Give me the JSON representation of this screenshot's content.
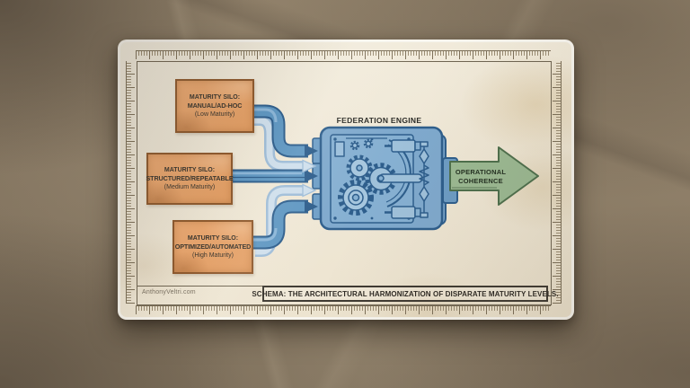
{
  "card": {
    "caption": "SCHEMA: THE ARCHITECTURAL HARMONIZATION OF DISPARATE MATURITY LEVELS.",
    "credit": "AnthonyVeltri.com"
  },
  "silos": [
    {
      "title": "MATURITY SILO:",
      "name": "MANUAL/AD-HOC",
      "level": "(Low Maturity)"
    },
    {
      "title": "MATURITY SILO:",
      "name": "STRUCTURED/REPEATABLE",
      "level": "(Medium Maturity)"
    },
    {
      "title": "MATURITY SILO:",
      "name": "OPTIMIZED/AUTOMATED",
      "level": "(High Maturity)"
    }
  ],
  "engine": {
    "label": "FEDERATION ENGINE"
  },
  "output_arrow": {
    "line1": "OPERATIONAL",
    "line2": "COHERENCE"
  },
  "colors": {
    "paper_brown": "#8d7e69",
    "card_cream": "#f1ecdd",
    "silo_fill": "#e8a672",
    "silo_border": "#8f5a2e",
    "pipe_blue": "#5f97c2",
    "pipe_outline": "#2e5e8c",
    "pipe_ghost": "#c6daea",
    "engine_blue": "#7fa9cd",
    "arrow_green": "#9bb992",
    "arrow_outline": "#4e6f4c",
    "text_dark": "#2e2a24"
  }
}
